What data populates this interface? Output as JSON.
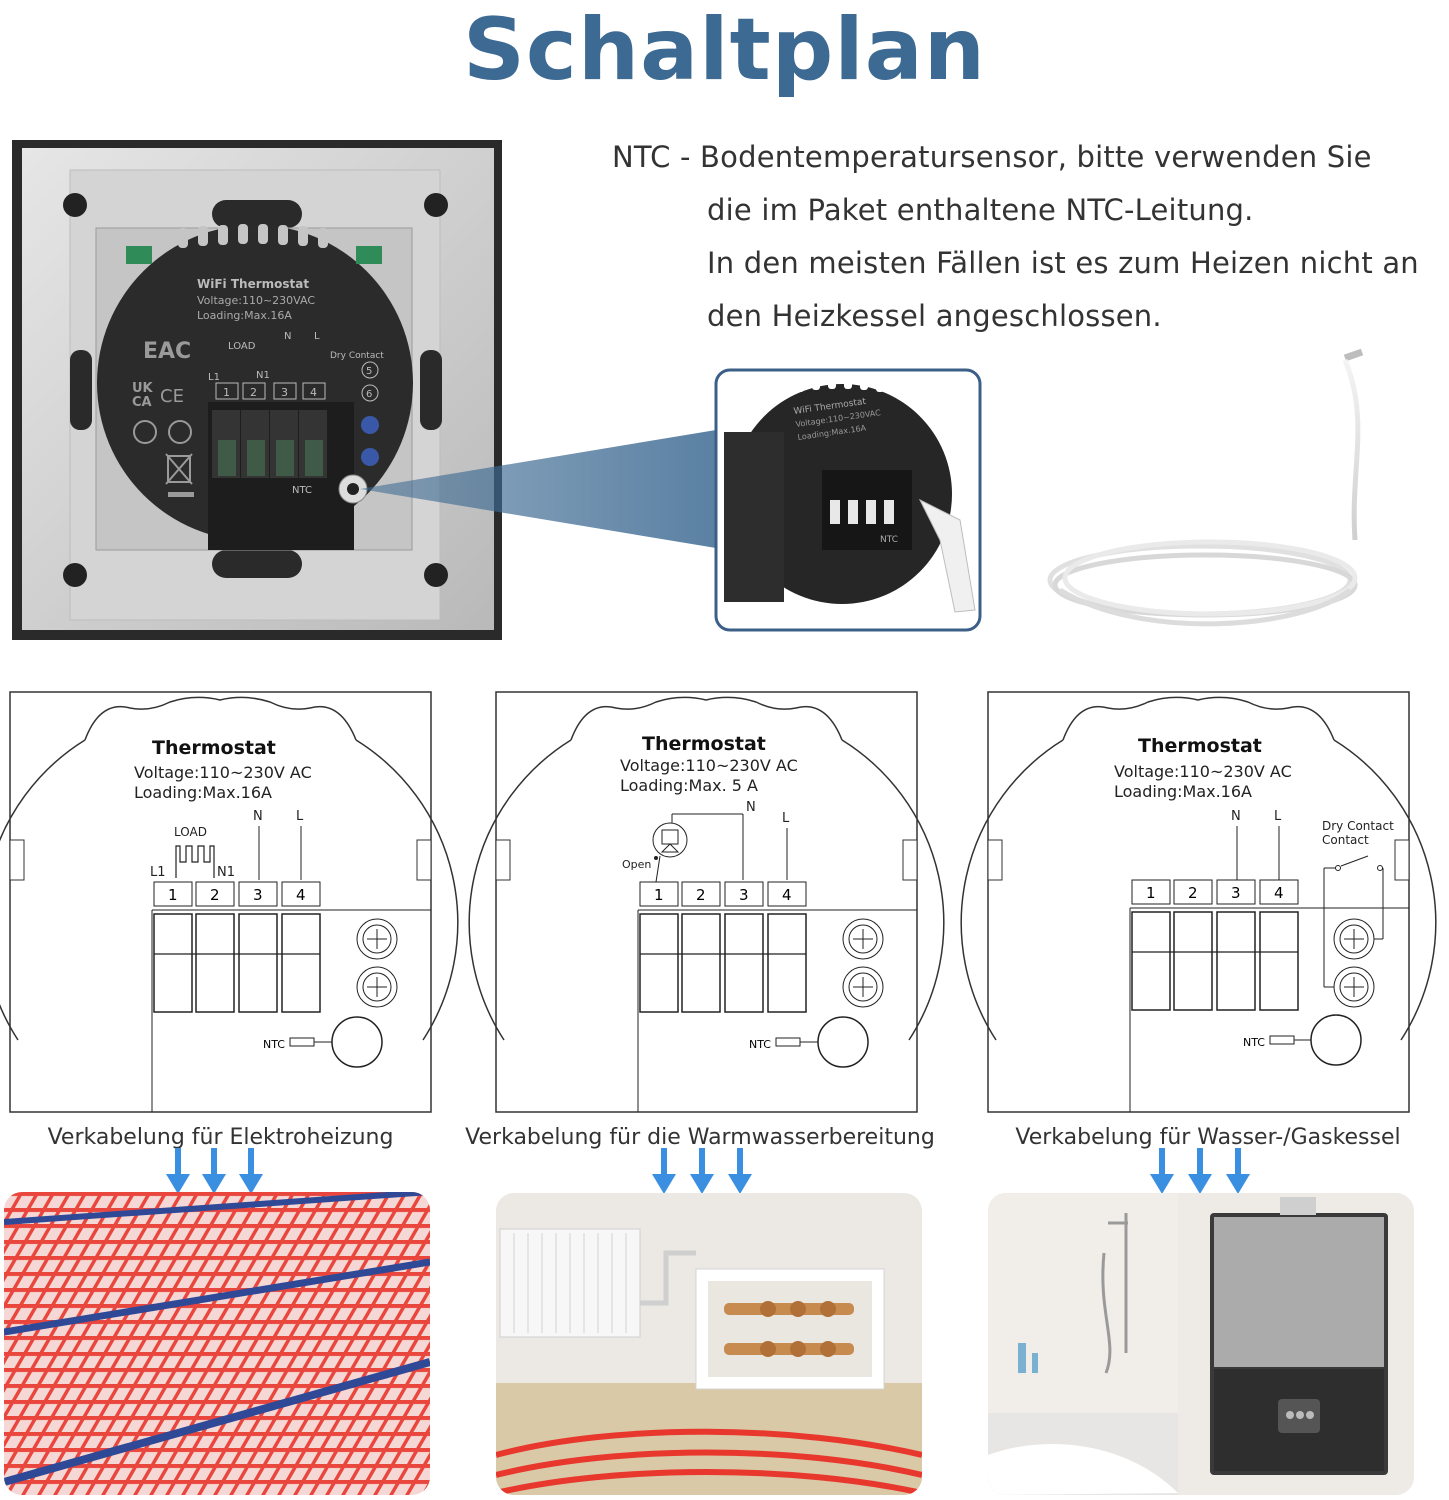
{
  "title": "Schaltplan",
  "description": {
    "line1": "NTC - Bodentemperatursensor, bitte verwenden Sie",
    "line2": "die im Paket enthaltene NTC-Leitung.",
    "line3": "In den meisten Fällen ist es zum Heizen nicht an",
    "line4": "den Heizkessel angeschlossen."
  },
  "device_photo": {
    "label_title": "WiFi Thermostat",
    "label_voltage": "Voltage:110~230VAC",
    "label_loading": "Loading:Max.16A",
    "load": "LOAD",
    "dry_contact": "Dry Contact",
    "l1": "L1",
    "n1": "N1",
    "n": "N",
    "l": "L",
    "terminals": [
      "1",
      "2",
      "3",
      "4"
    ],
    "t5": "5",
    "t6": "6",
    "ntc": "NTC",
    "marks": {
      "eac": "EAC",
      "ukca_1": "UK",
      "ukca_2": "CA",
      "ce": "CE"
    }
  },
  "zoom_photo": {
    "label_title": "WiFi Thermostat",
    "label_voltage": "Voltage:110~230VAC",
    "label_loading": "Loading:Max.16A",
    "ntc": "NTC"
  },
  "diagrams": [
    {
      "title": "Thermostat",
      "voltage": "Voltage:110~230V AC",
      "loading": "Loading:Max.16A",
      "load_label": "LOAD",
      "l1": "L1",
      "n1": "N1",
      "n": "N",
      "l": "L",
      "terminals": [
        "1",
        "2",
        "3",
        "4"
      ],
      "ntc": "NTC",
      "caption": "Verkabelung für Elektroheizung"
    },
    {
      "title": "Thermostat",
      "voltage": "Voltage:110~230V AC",
      "loading": "Loading:Max. 5 A",
      "n": "N",
      "l": "L",
      "open_label": "Open",
      "terminals": [
        "1",
        "2",
        "3",
        "4"
      ],
      "ntc": "NTC",
      "caption": "Verkabelung für die Warmwasserbereitung"
    },
    {
      "title": "Thermostat",
      "voltage": "Voltage:110~230V AC",
      "loading": "Loading:Max.16A",
      "n": "N",
      "l": "L",
      "dry_1": "Dry Contact",
      "dry_2": "Contact",
      "terminals": [
        "1",
        "2",
        "3",
        "4"
      ],
      "ntc": "NTC",
      "caption": "Verkabelung für Wasser-/Gaskessel"
    }
  ],
  "colors": {
    "title": "#3d6a92",
    "arrow": "#3a8fe0",
    "heating_mat": "#e8382e",
    "cable_blue": "#1f3a8f",
    "callout_border": "#3b5f86"
  },
  "icons": [
    "down-arrow-icon",
    "screw-terminal-icon",
    "ntc-socket-icon",
    "valve-icon",
    "relay-contact-icon"
  ]
}
